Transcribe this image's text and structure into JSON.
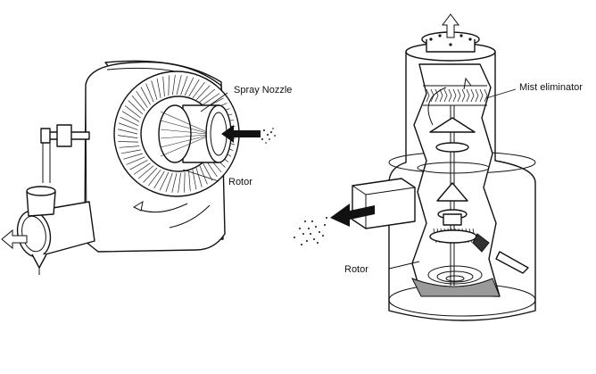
{
  "labels": {
    "spray_nozzle": "Spray Nozzle",
    "rotor_left": "Rotor",
    "mist_eliminator": "Mist eliminator",
    "rotor_right": "Rotor"
  }
}
